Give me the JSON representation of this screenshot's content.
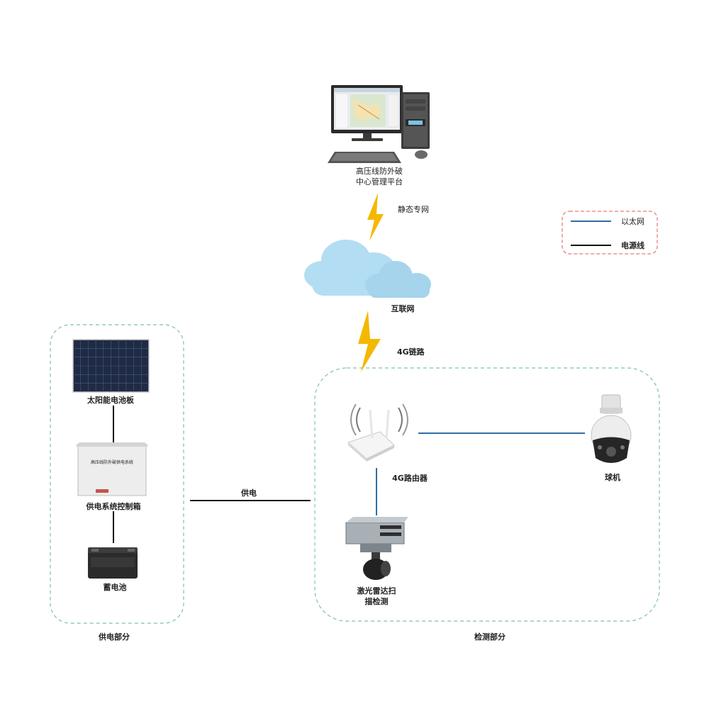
{
  "platform": {
    "line1": "高压线防外破",
    "line2": "中心管理平台"
  },
  "links": {
    "static_network": "静态专网",
    "link_4g": "4G链路",
    "power_supply": "供电"
  },
  "cloud": {
    "label": "互联网"
  },
  "legend": {
    "items": [
      {
        "label": "以太网",
        "color": "#2f6ea5"
      },
      {
        "label": "电源线",
        "color": "#111111"
      }
    ]
  },
  "power_section": {
    "title": "供电部分",
    "solar_panel": "太阳能电池板",
    "control_box": "供电系统控制箱",
    "control_box_plate": "高压线防外破供电系统",
    "battery": "蓄电池"
  },
  "detection_section": {
    "title": "检测部分",
    "router": "4G路由器",
    "dome_camera": "球机",
    "lidar_line1": "激光雷达扫",
    "lidar_line2": "描检测"
  },
  "colors": {
    "ethernet": "#2f6ea5",
    "power": "#111111",
    "lightning": "#f5b800",
    "cloud": "#a9d8f0",
    "group_border": "#7cc4a8",
    "legend_border": "#e05a5a"
  }
}
